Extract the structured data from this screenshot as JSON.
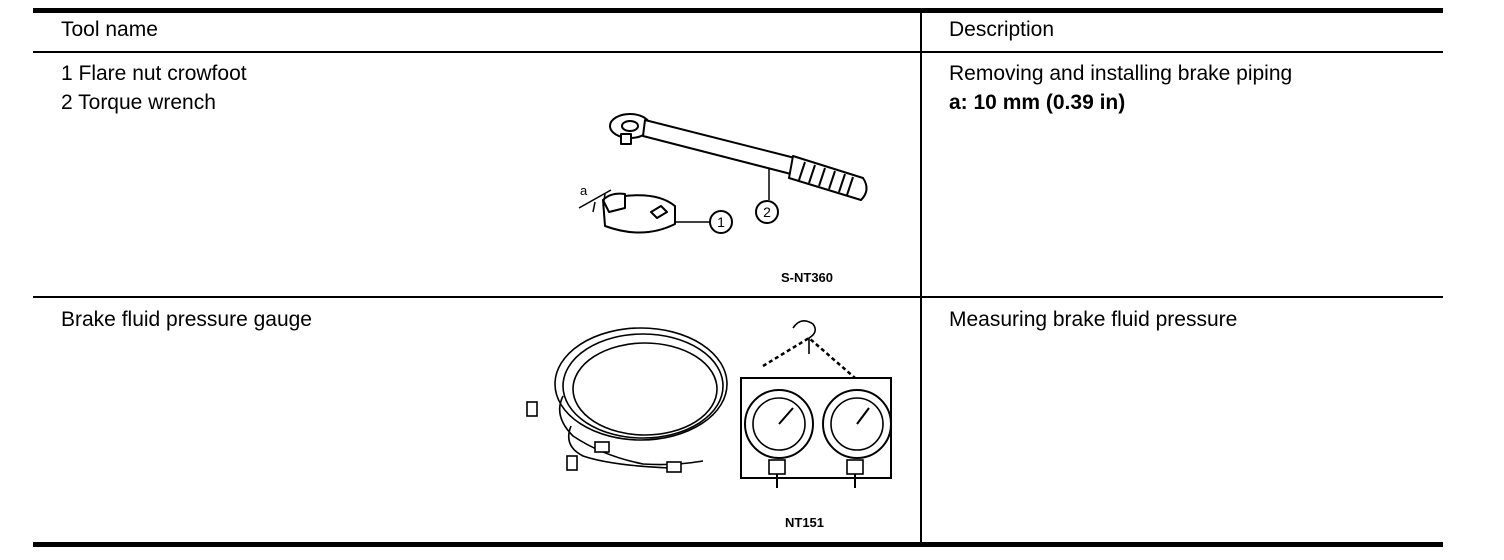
{
  "header": {
    "col1": "Tool name",
    "col2": "Description"
  },
  "rows": [
    {
      "tool_lines": [
        "1 Flare nut crowfoot",
        "2 Torque wrench"
      ],
      "description_lines": [
        "Removing and installing brake piping",
        "a: 10 mm (0.39 in)"
      ],
      "figure_labels": {
        "dim": "a",
        "callout_1": "1",
        "callout_2": "2"
      },
      "figure_code": "S-NT360"
    },
    {
      "tool_lines": [
        "Brake fluid pressure gauge"
      ],
      "description_lines": [
        "Measuring brake fluid pressure"
      ],
      "figure_code": "NT151"
    }
  ]
}
